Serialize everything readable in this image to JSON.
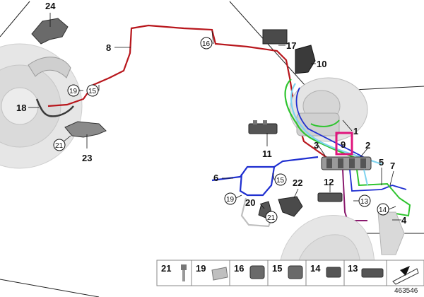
{
  "diagram_id": "463546",
  "highlight_color": "#e0157c",
  "pipe_colors": {
    "red": "#b8161c",
    "green": "#2fc42f",
    "blue": "#1f2fd0",
    "cyan": "#7fd3ef",
    "purple": "#8a1a6e",
    "grey": "#bfbfbf"
  },
  "labels": {
    "l24": "24",
    "l8": "8",
    "l16": "16",
    "l17": "17",
    "l10": "10",
    "l19a": "19",
    "l15a": "15",
    "l18": "18",
    "l21a": "21",
    "l23": "23",
    "l1": "1",
    "l3": "3",
    "l9": "9",
    "l2": "2",
    "l11": "11",
    "l6": "6",
    "l15b": "15",
    "l19b": "19",
    "l22": "22",
    "l12": "12",
    "l5": "5",
    "l7": "7",
    "l13": "13",
    "l14": "14",
    "l20": "20",
    "l21b": "21",
    "l4": "4"
  },
  "strip_items": [
    "21",
    "19",
    "16",
    "15",
    "14",
    "13"
  ]
}
